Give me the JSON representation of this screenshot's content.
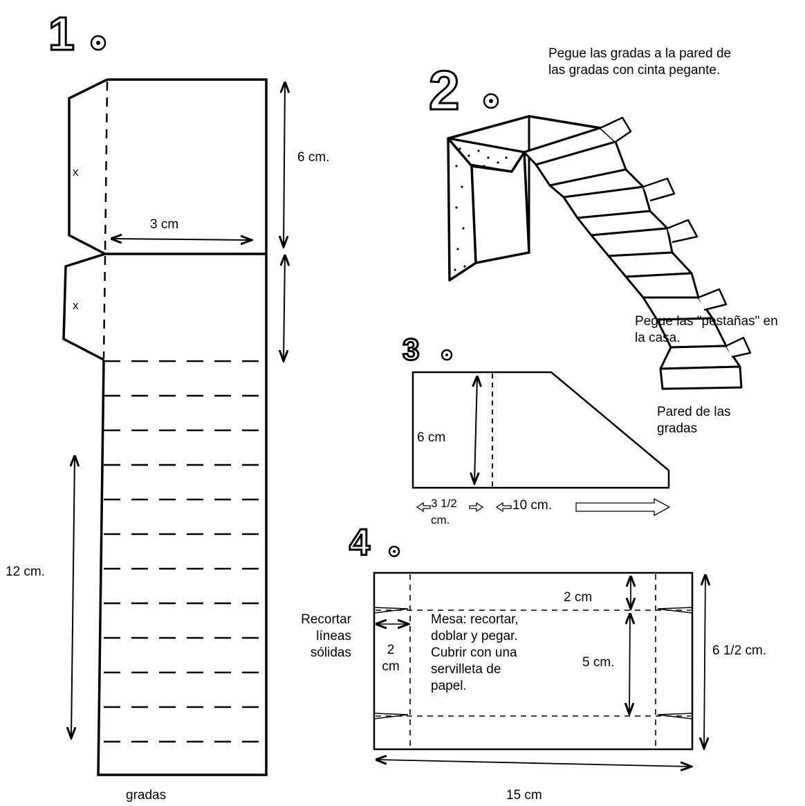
{
  "steps": [
    {
      "number": "1",
      "label": "x"
    },
    {
      "number": "2"
    },
    {
      "number": "3"
    },
    {
      "number": "4"
    }
  ],
  "step1": {
    "dim_top": "6 cm.",
    "dim_width": "3 cm",
    "dim_height": "12 cm.",
    "flap_label_1": "x",
    "flap_label_2": "x",
    "caption": "gradas"
  },
  "step2": {
    "instruction_top": [
      "Pegue las gradas a la pared de",
      "las gradas con cinta pegante."
    ],
    "instruction_bottom": [
      "Pegue las \"pestañas\" en",
      "la casa."
    ]
  },
  "step3": {
    "dim_height": "6 cm",
    "dim_small": [
      "3 1/2",
      "cm."
    ],
    "dim_long": "10 cm.",
    "caption": [
      "Pared de las",
      "gradas"
    ]
  },
  "step4": {
    "dim_top": "2 cm",
    "dim_left_small": [
      "2",
      "cm"
    ],
    "dim_mid": "5 cm.",
    "dim_total_height": "6 1/2 cm.",
    "dim_width": "15 cm",
    "side_note": [
      "Recortar",
      "líneas",
      "sólidas"
    ],
    "instructions": [
      "Mesa: recortar,",
      "doblar y pegar.",
      "Cubrir con una",
      "servilleta de",
      "papel."
    ]
  }
}
